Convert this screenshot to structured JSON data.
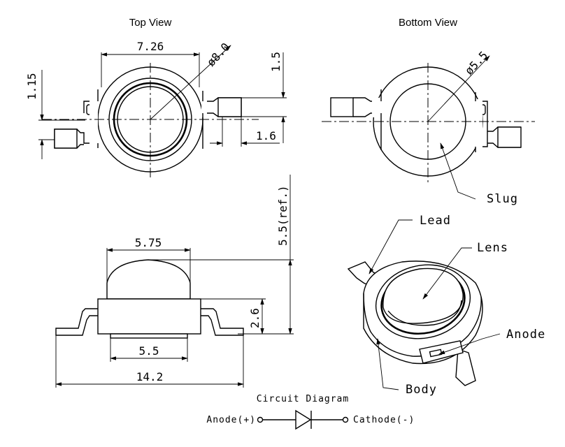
{
  "views": {
    "top": "Top View",
    "bottom": "Bottom View"
  },
  "dimensions": {
    "top_width": "7.26",
    "top_diameter": "ø8.0",
    "left_offset": "1.15",
    "right_height": "1.5",
    "right_width": "1.6",
    "bottom_diameter": "ø5.5",
    "lens_width": "5.75",
    "ref_height": "5.5(ref.)",
    "body_height": "2.6",
    "base_width": "5.5",
    "total_width": "14.2"
  },
  "labels": {
    "slug": "Slug",
    "lead": "Lead",
    "lens": "Lens",
    "anode": "Anode",
    "body": "Body"
  },
  "circuit": {
    "title": "Circuit Diagram",
    "anode": "Anode(+)",
    "cathode": "Cathode(-)"
  },
  "colors": {
    "line": "#000000",
    "background": "#ffffff"
  }
}
